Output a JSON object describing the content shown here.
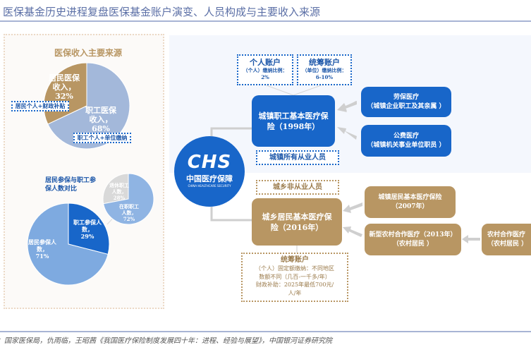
{
  "title": "医保基金历史进程复盘医保基金账户演变、人员构成与主要收入来源",
  "source": "源：国家医保局，仇雨临，王昭茜《我国医疗保险制度发展四十年：进程、经验与展望》，中国银河证券研究院",
  "chart_data": [
    {
      "type": "pie",
      "title": "医保收入主要来源",
      "slices": [
        {
          "label": "职工医保收入，",
          "pct_label": "68%",
          "value": 68,
          "color": "#a3b8da",
          "note": "职工个人+单位缴纳"
        },
        {
          "label": "居民医保收入，",
          "pct_label": "32%",
          "value": 32,
          "color": "#b89663",
          "note": "居民个人+财政补贴"
        }
      ]
    },
    {
      "type": "pie",
      "title": "居民参保与职工参保人数对比",
      "slices": [
        {
          "label": "职工参保人数，",
          "pct_label": "29%",
          "value": 29,
          "color": "#1866c9"
        },
        {
          "label": "居民参保人数，",
          "pct_label": "71%",
          "value": 71,
          "color": "#7eaae0"
        }
      ],
      "sub_pie": {
        "slices": [
          {
            "label": "退休职工人数，",
            "pct_label": "28%",
            "value": 28,
            "color": "#d9d9d9"
          },
          {
            "label": "在职职工人数，",
            "pct_label": "72%",
            "value": 72,
            "color": "#8fb4e3"
          }
        ]
      }
    }
  ],
  "logo": {
    "mark": "CHS",
    "cn": "中国医疗保障",
    "en": "CHINA HEALTHCARE SECURITY"
  },
  "employee": {
    "main": "城镇职工基本医疗保险（1998年）",
    "scope": "城镇所有从业人员",
    "personal": {
      "title": "个人账户",
      "l1": "（个人）缴纳比例：",
      "l2": "2%"
    },
    "pooled": {
      "title": "统筹账户",
      "l1": "（单位）缴纳比例：",
      "l2": "6-10%"
    },
    "src1": {
      "l1": "劳保医疗",
      "l2": "（城镇企业职工及其亲属 ）"
    },
    "src2": {
      "l1": "公费医疗",
      "l2": "（城镇机关事业单位职员 ）"
    }
  },
  "resident": {
    "main": "城乡居民基本医疗保险（2016年）",
    "scope": "城乡非从业人员",
    "pooled": {
      "title": "统筹账户",
      "l1": "（个人）固定额缴纳：不同地区",
      "l2": "数额不同（几百-一千多/年）",
      "l3": "财政补助：2025年最低700元/",
      "l4": "人/年"
    },
    "src1": {
      "l1": "城镇居民基本医疗保险",
      "l2": "（2007年）"
    },
    "src2": {
      "l1": "新型农村合作医疗（2013年）",
      "l2": "（农村居民 ）"
    },
    "src3": {
      "l1": "农村合作医疗",
      "l2": "（农村居民 ）"
    }
  }
}
